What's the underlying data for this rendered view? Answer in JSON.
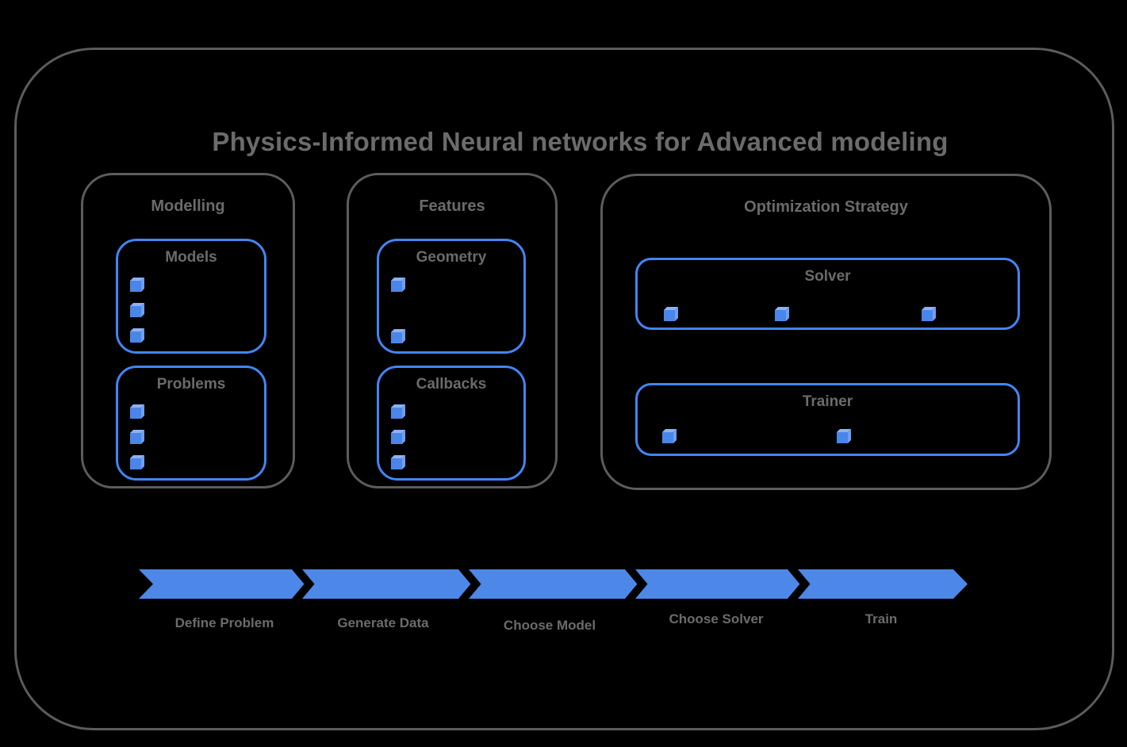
{
  "title": "Physics-Informed Neural networks for Advanced modeling",
  "colors": {
    "background": "#000000",
    "frame_gray": "#5c5c5c",
    "text_gray": "#6b6b6b",
    "accent_blue": "#4285f4",
    "ribbon_blue": "#4d88e8",
    "cube_front": "#4a86e8",
    "cube_top": "#8db1f3",
    "cube_side": "#6fa0f0"
  },
  "sections": [
    {
      "label": "Modelling",
      "groups": [
        {
          "label": "Models",
          "bullets": 3
        },
        {
          "label": "Problems",
          "bullets": 3
        }
      ]
    },
    {
      "label": "Features",
      "groups": [
        {
          "label": "Geometry",
          "bullets": 2
        },
        {
          "label": "Callbacks",
          "bullets": 3
        }
      ]
    },
    {
      "label": "Optimization Strategy",
      "groups": [
        {
          "label": "Solver",
          "bullets": 3
        },
        {
          "label": "Trainer",
          "bullets": 2
        }
      ]
    }
  ],
  "pipeline": {
    "steps": [
      {
        "label": "Define Problem"
      },
      {
        "label": "Generate Data"
      },
      {
        "label": "Choose Model"
      },
      {
        "label": "Choose Solver"
      },
      {
        "label": "Train"
      }
    ]
  }
}
